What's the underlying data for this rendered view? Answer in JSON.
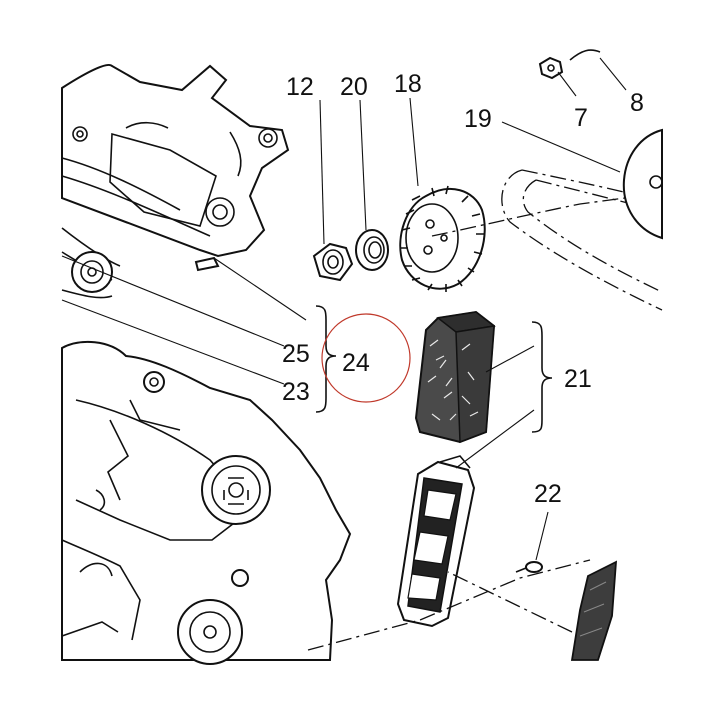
{
  "diagram": {
    "callouts": [
      "12",
      "20",
      "18",
      "19",
      "7",
      "8",
      "25",
      "24",
      "23",
      "21",
      "22"
    ],
    "highlight_color": "#c0392b"
  }
}
